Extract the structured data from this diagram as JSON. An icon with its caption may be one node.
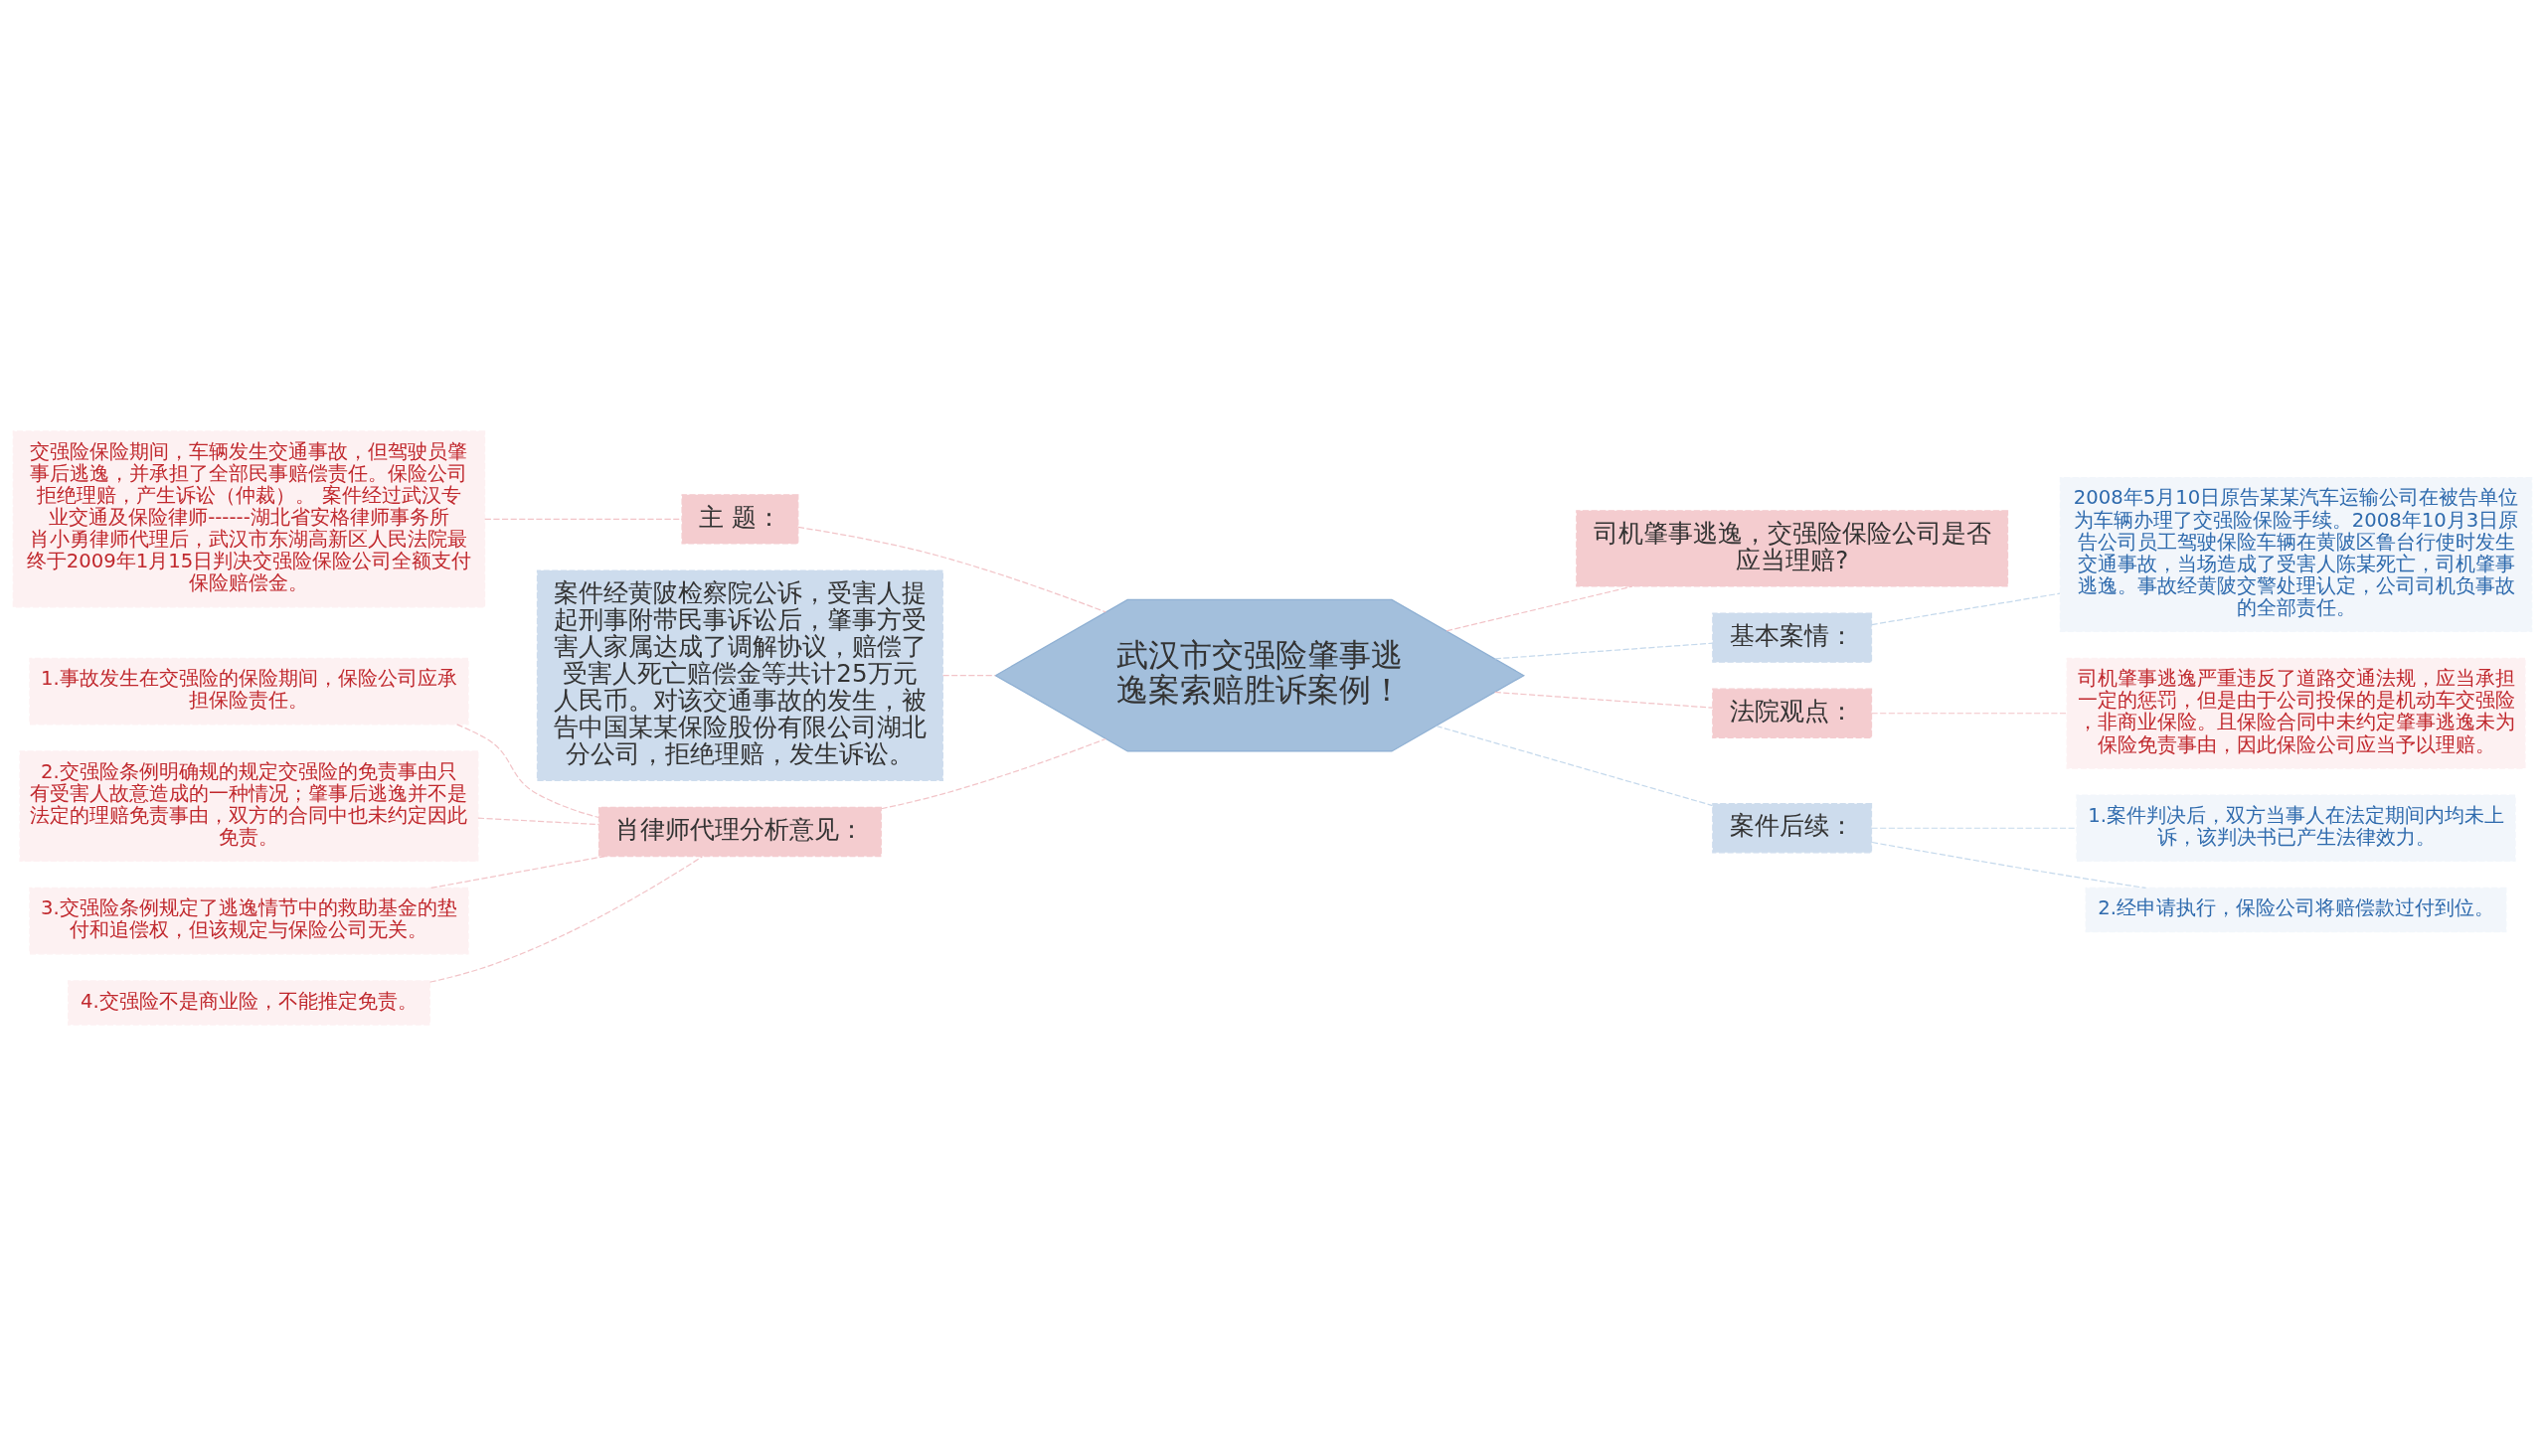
{
  "diagram": {
    "nodes": [
      {
        "text": [
          "武汉市交强险肇事逃逸案索赔胜诉案例！"
        ]
      },
      {
        "text": [
          "主 题："
        ]
      },
      {
        "text": [
          "交强险保险期间，车辆发生交通事故，但驾驶员肇事后逃逸，并承担了全部民事赔偿责任。保险公司拒绝理赔，产生诉讼（仲裁）。 案件经过武汉专业交通及保险律师------湖北省安格律师事务所肖小勇律师代理后，武汉市东湖高新区人民法院最终于2009年1月15日判决交强险保险公司全额支付保险赔偿金。"
        ]
      },
      {
        "text": [
          "案件经黄陂检察院公诉，受害人提起刑事附带民事诉讼后，肇事方受害人家属达成了调解协议，赔偿了受害人死亡赔偿金等共计25万元人民币。对该交通事故的发生，被告中国某某保险股份有限公司湖北分公司，拒绝理赔，发生诉讼。"
        ]
      },
      {
        "text": [
          "肖律师代理分析意见："
        ]
      },
      {
        "text": [
          "1.事故发生在交强险的保险期间，保险公司应承担保险责任。"
        ]
      },
      {
        "text": [
          "2.交强险条例明确规的规定交强险的免责事由只有受害人故意造成的一种情况；肇事后逃逸并不是法定的理赔免责事由，双方的合同中也未约定因此免责。"
        ]
      },
      {
        "text": [
          "3.交强险条例规定了逃逸情节中的救助基金的垫付和追偿权，但该规定与保险公司无关。"
        ]
      },
      {
        "text": [
          "4.交强险不是商业险，不能推定免责。"
        ]
      },
      {
        "text": [
          "司机肇事逃逸，交强险保险公司是否应当理赔?"
        ]
      },
      {
        "text": [
          "基本案情："
        ]
      },
      {
        "text": [
          "2008年5月10日原告某某汽车运输公司在被告单位为车辆办理了交强险保险手续。2008年10月3日原告公司员工驾驶保险车辆在黄陂区鲁台行使时发生交通事故，当场造成了受害人陈某死亡，司机肇事逃逸。事故经黄陂交警处理认定，公司司机负事故的全部责任。"
        ]
      },
      {
        "text": [
          "法院观点："
        ]
      },
      {
        "text": [
          "司机肇事逃逸严重违反了道路交通法规，应当承担一定的惩罚，但是由于公司投保的是机动车交强险，非商业保险。且保险合同中未约定肇事逃逸未为保险免责事由，因此保险公司应当予以理赔。"
        ]
      },
      {
        "text": [
          "案件后续："
        ]
      },
      {
        "text": [
          "1.案件判决后，双方当事人在法定期间内均未上诉，该判决书已产生法律效力。"
        ]
      },
      {
        "text": [
          "2.经申请执行，保险公司将赔偿款过付到位。"
        ]
      }
    ],
    "edges": [
      {
        "from": 0,
        "to": 1,
        "arrow": "none",
        "style": "dashed",
        "color": "#f2c4c8"
      },
      {
        "from": 1,
        "to": 2,
        "arrow": "none",
        "style": "dashed",
        "color": "#f2c4c8"
      },
      {
        "from": 0,
        "to": 3,
        "arrow": "none",
        "style": "dashed",
        "color": "#f2c4c8"
      },
      {
        "from": 0,
        "to": 4,
        "arrow": "none",
        "style": "dashed",
        "color": "#f2c4c8"
      },
      {
        "from": 4,
        "to": 5,
        "arrow": "none",
        "style": "dashed",
        "color": "#f2c4c8"
      },
      {
        "from": 4,
        "to": 6,
        "arrow": "none",
        "style": "dashed",
        "color": "#f2c4c8"
      },
      {
        "from": 4,
        "to": 7,
        "arrow": "none",
        "style": "dashed",
        "color": "#f2c4c8"
      },
      {
        "from": 4,
        "to": 8,
        "arrow": "none",
        "style": "dashed",
        "color": "#f2c4c8"
      },
      {
        "from": 0,
        "to": 9,
        "arrow": "none",
        "style": "dashed",
        "color": "#f2c4c8"
      },
      {
        "from": 0,
        "to": 10,
        "arrow": "none",
        "style": "dashed",
        "color": "#c5d9ec"
      },
      {
        "from": 10,
        "to": 11,
        "arrow": "none",
        "style": "dashed",
        "color": "#c5d9ec"
      },
      {
        "from": 0,
        "to": 12,
        "arrow": "none",
        "style": "dashed",
        "color": "#f2c4c8"
      },
      {
        "from": 12,
        "to": 13,
        "arrow": "none",
        "style": "dashed",
        "color": "#f2c4c8"
      },
      {
        "from": 0,
        "to": 14,
        "arrow": "none",
        "style": "dashed",
        "color": "#c5d9ec"
      },
      {
        "from": 14,
        "to": 15,
        "arrow": "none",
        "style": "dashed",
        "color": "#c5d9ec"
      },
      {
        "from": 14,
        "to": 16,
        "arrow": "none",
        "style": "dashed",
        "color": "#c5d9ec"
      }
    ]
  }
}
